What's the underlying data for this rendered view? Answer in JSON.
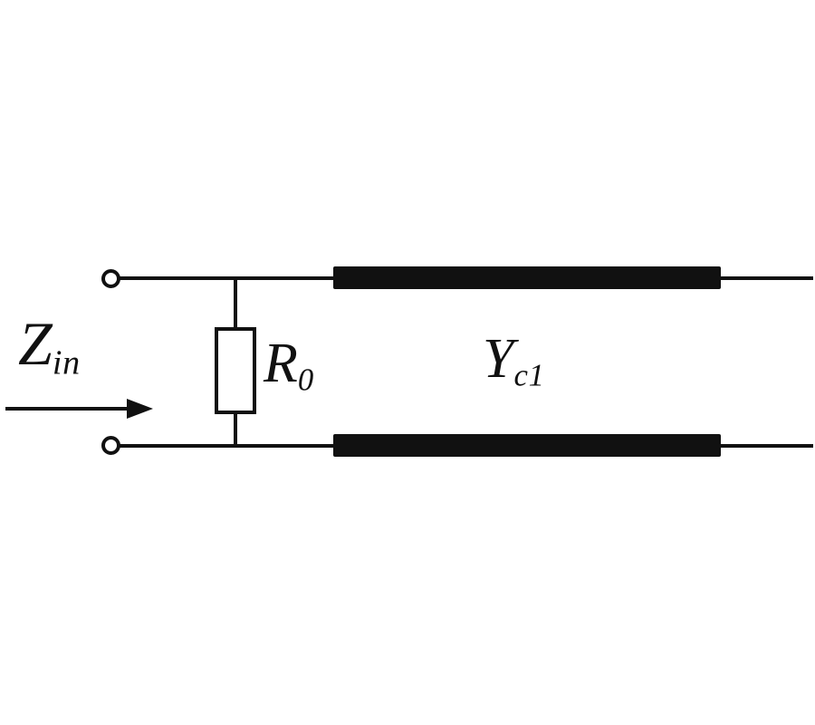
{
  "colors": {
    "ink": "#111111",
    "background": "#ffffff"
  },
  "diagram": {
    "labels": {
      "input_impedance": {
        "main": "Z",
        "sub": "in"
      },
      "resistor": {
        "main": "R",
        "sub": "0"
      },
      "line_admittance": {
        "main": "Y",
        "sub": "c1"
      }
    }
  }
}
